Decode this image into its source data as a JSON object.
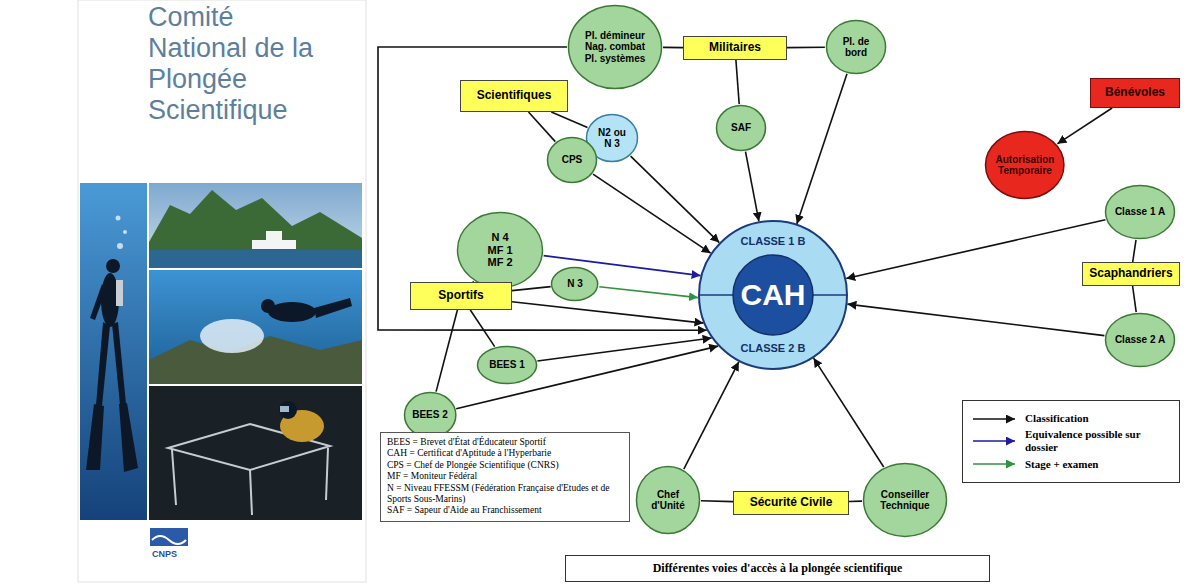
{
  "diagram": {
    "caption": "Différentes voies d'accès à la plongée scientifique",
    "nodes": [
      {
        "text": [
          "Pl. démineur Nag. combat Pl. systèmes"
        ]
      },
      {
        "text": [
          "Militaires"
        ]
      },
      {
        "text": [
          "Pl. de bord"
        ]
      },
      {
        "text": [
          "Scientifiques"
        ]
      },
      {
        "text": [
          "N2 ou N 3"
        ]
      },
      {
        "text": [
          "Bénévoles"
        ]
      },
      {
        "text": [
          "SAF"
        ]
      },
      {
        "text": [
          "CPS"
        ]
      },
      {
        "text": [
          "Autorisation Temporaire"
        ]
      },
      {
        "text": [
          "N 4 MF 1 MF 2"
        ]
      },
      {
        "text": [
          "CLASSE 1 B",
          "CAH",
          "CLASSE 2 B"
        ]
      },
      {
        "text": [
          "Classe 1 A"
        ]
      },
      {
        "text": [
          "Sportifs"
        ]
      },
      {
        "text": [
          "N 3"
        ]
      },
      {
        "text": [
          "Scaphandriers"
        ]
      },
      {
        "text": [
          "BEES 1"
        ]
      },
      {
        "text": [
          "Classe 2 A"
        ]
      },
      {
        "text": [
          "BEES 2"
        ]
      },
      {
        "text": [
          "BEES = Brevet d'État d'Éducateur Sportif",
          "CAH = Certificat d'Aptitude à l'Hyperbarie",
          "CPS = Chef de Plongée Scientifique (CNRS)",
          "MF = Moniteur Fédéral",
          "N = Niveau FFESSM (Fédération Française d'Etudes et de Sports Sous-Marins)",
          "SAF = Sapeur d'Aide au Franchissement"
        ]
      },
      {
        "text": [
          "Chef d'Unité"
        ]
      },
      {
        "text": [
          "Sécurité Civile"
        ]
      },
      {
        "text": [
          "Conseiller Technique"
        ]
      }
    ],
    "edges": [
      {
        "from": 1,
        "to": 0,
        "arrow": "none"
      },
      {
        "from": 1,
        "to": 2,
        "arrow": "none"
      },
      {
        "from": 1,
        "to": 6,
        "arrow": "none"
      },
      {
        "from": 6,
        "to": 10,
        "arrow": "to"
      },
      {
        "from": 2,
        "to": 10,
        "arrow": "to"
      },
      {
        "from": 0,
        "to": 10,
        "arrow": "to"
      },
      {
        "from": 3,
        "to": 7,
        "arrow": "none"
      },
      {
        "from": 3,
        "to": 4,
        "arrow": "none"
      },
      {
        "from": 4,
        "to": 10,
        "arrow": "to"
      },
      {
        "from": 7,
        "to": 10,
        "arrow": "to"
      },
      {
        "from": 5,
        "to": 8,
        "arrow": "to"
      },
      {
        "from": 9,
        "to": 10,
        "arrow": "to"
      },
      {
        "from": 9,
        "to": 12,
        "arrow": "none"
      },
      {
        "from": 12,
        "to": 13,
        "arrow": "none"
      },
      {
        "from": 13,
        "to": 10,
        "arrow": "to"
      },
      {
        "from": 12,
        "to": 15,
        "arrow": "none"
      },
      {
        "from": 12,
        "to": 17,
        "arrow": "none"
      },
      {
        "from": 12,
        "to": 10,
        "arrow": "to"
      },
      {
        "from": 15,
        "to": 10,
        "arrow": "to"
      },
      {
        "from": 17,
        "to": 10,
        "arrow": "to"
      },
      {
        "from": 11,
        "to": 10,
        "arrow": "to"
      },
      {
        "from": 14,
        "to": 11,
        "arrow": "none"
      },
      {
        "from": 14,
        "to": 16,
        "arrow": "none"
      },
      {
        "from": 16,
        "to": 10,
        "arrow": "to"
      },
      {
        "from": 19,
        "to": 10,
        "arrow": "to"
      },
      {
        "from": 19,
        "to": 20,
        "arrow": "none"
      },
      {
        "from": 20,
        "to": 21,
        "arrow": "none"
      },
      {
        "from": 21,
        "to": 10,
        "arrow": "to"
      }
    ],
    "labels": [
      "Comité National de la Plongée Scientifique",
      "CNPS"
    ],
    "legend": [
      {
        "text": "Classification"
      },
      {
        "text": "Equivalence possible sur dossier"
      },
      {
        "text": "Stage + examen"
      }
    ]
  }
}
